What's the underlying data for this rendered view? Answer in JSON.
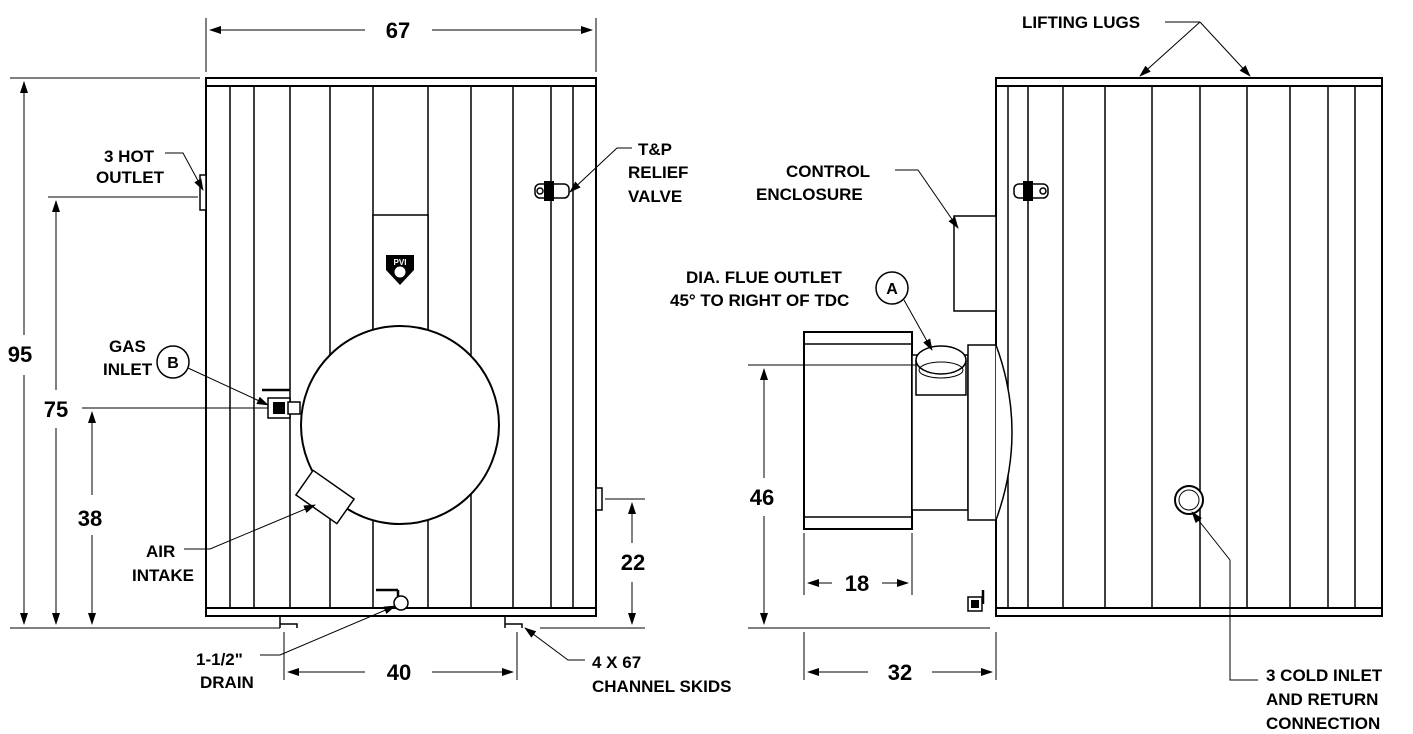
{
  "dimensions": {
    "width_67": "67",
    "height_95": "95",
    "hot_outlet_75": "75",
    "gas_inlet_38": "38",
    "air_22": "22",
    "skid_40": "40",
    "flue_46": "46",
    "flue_18": "18",
    "depth_32": "32"
  },
  "labels": {
    "hot_outlet": [
      "3 HOT",
      "OUTLET"
    ],
    "tp_relief": [
      "T&P",
      "RELIEF",
      "VALVE"
    ],
    "gas_inlet": [
      "GAS",
      "INLET"
    ],
    "air_intake": [
      "AIR",
      "INTAKE"
    ],
    "drain": [
      "1-1/2\"",
      "DRAIN"
    ],
    "channel_skids": [
      "4 X 67",
      "CHANNEL SKIDS"
    ],
    "lifting_lugs": "LIFTING LUGS",
    "control_enclosure": [
      "CONTROL",
      "ENCLOSURE"
    ],
    "flue_outlet": [
      "DIA. FLUE OUTLET",
      "45° TO RIGHT OF TDC"
    ],
    "cold_inlet": [
      "3 COLD INLET",
      "AND RETURN",
      "CONNECTION"
    ]
  },
  "callouts": {
    "a": "A",
    "b": "B"
  },
  "logo_text": "PVI"
}
